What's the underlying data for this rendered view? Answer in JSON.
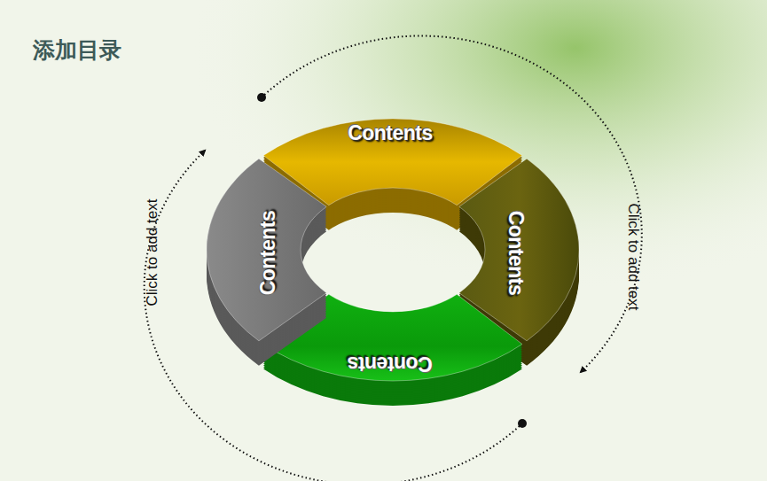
{
  "diagram": {
    "title": "添加目录",
    "nodes": [
      {
        "text": [
          "Contents"
        ]
      },
      {
        "text": [
          "Contents"
        ]
      },
      {
        "text": [
          "Contents"
        ]
      },
      {
        "text": [
          "Contents"
        ]
      }
    ],
    "labels": [
      "Click to add text",
      "Click to add text"
    ]
  }
}
